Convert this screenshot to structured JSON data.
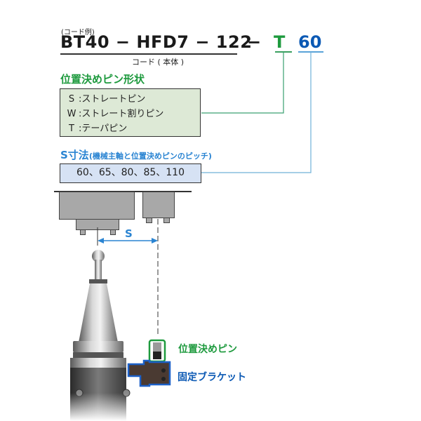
{
  "header": {
    "code_example_label": "(コード例)",
    "code_main": "BT40 − HFD7 − 122",
    "separator": "−",
    "code_pin": "T",
    "code_pitch": "60",
    "code_body_label": "コード ( 本体 )"
  },
  "pin_shape": {
    "title": "位置決めピン形状",
    "options": [
      {
        "code": "S",
        "label": ":ストレートピン"
      },
      {
        "code": "W",
        "label": ":ストレート割りピン"
      },
      {
        "code": "T",
        "label": ":テーパピン"
      }
    ]
  },
  "s_dimension": {
    "title": "S寸法",
    "subtitle": "(機械主軸と位置決めピンのピッチ)",
    "values_text": "60、65、80、85、110",
    "values": [
      60,
      65,
      80,
      85,
      110
    ]
  },
  "diagram": {
    "dimension_label": "S",
    "callout_pin": "位置決めピン",
    "callout_bracket": "固定ブラケット"
  },
  "colors": {
    "green": "#1e9a3e",
    "blue": "#0b59b4",
    "light_blue": "#2a84d2",
    "pin_box_bg": "#dde9d6",
    "s_box_bg": "#d6e2f4"
  }
}
